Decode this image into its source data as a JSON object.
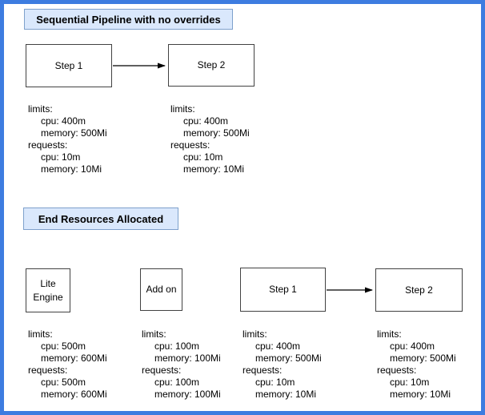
{
  "colors": {
    "frame_border": "#3d7ce0",
    "header_fill": "#dae8fc",
    "header_border": "#7ea1cc",
    "node_border": "#424242",
    "node_fill": "#ffffff",
    "arrow": "#000000",
    "text": "#000000"
  },
  "sections": {
    "pipeline": {
      "title": "Sequential Pipeline with no overrides",
      "nodes": [
        {
          "label": "Step 1"
        },
        {
          "label": "Step 2"
        }
      ],
      "resources": [
        {
          "lines": [
            "limits:",
            "cpu: 400m",
            "memory: 500Mi",
            "requests:",
            "cpu: 10m",
            "memory: 10Mi"
          ]
        },
        {
          "lines": [
            "limits:",
            "cpu: 400m",
            "memory: 500Mi",
            "requests:",
            "cpu: 10m",
            "memory: 10Mi"
          ]
        }
      ]
    },
    "end_resources": {
      "title": "End Resources Allocated",
      "nodes": [
        {
          "label": "Lite Engine"
        },
        {
          "label": "Add on"
        },
        {
          "label": "Step 1"
        },
        {
          "label": "Step 2"
        }
      ],
      "resources": [
        {
          "lines": [
            "limits:",
            "cpu: 500m",
            "memory: 600Mi",
            "requests:",
            "cpu: 500m",
            "memory: 600Mi"
          ]
        },
        {
          "lines": [
            "limits:",
            "cpu: 100m",
            "memory: 100Mi",
            "requests:",
            "cpu: 100m",
            "memory: 100Mi"
          ]
        },
        {
          "lines": [
            "limits:",
            "cpu: 400m",
            "memory: 500Mi",
            "requests:",
            "cpu: 10m",
            "memory: 10Mi"
          ]
        },
        {
          "lines": [
            "limits:",
            "cpu: 400m",
            "memory: 500Mi",
            "requests:",
            "cpu: 10m",
            "memory: 10Mi"
          ]
        }
      ]
    }
  }
}
